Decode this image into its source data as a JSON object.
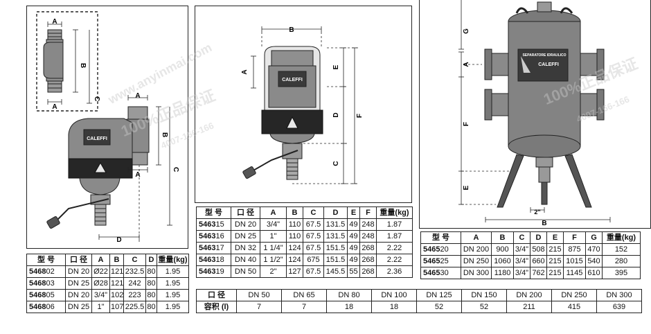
{
  "drawing1": {
    "labels": {
      "a": "A",
      "b": "B",
      "c": "C",
      "d": "D",
      "brand": "CALEFFI"
    }
  },
  "drawing2": {
    "labels": {
      "a": "A",
      "b": "B",
      "c": "C",
      "d": "D",
      "e": "E",
      "f": "F",
      "brand": "CALEFFI"
    }
  },
  "drawing3": {
    "labels": {
      "a": "A",
      "b": "B",
      "e": "E",
      "f": "F",
      "g": "G",
      "two_inch": "2\"",
      "plate_title": "SEPARATORE IDRAULICO",
      "brand": "CALEFFI"
    }
  },
  "table1": {
    "headers": [
      "型 号",
      "口 径",
      "A",
      "B",
      "C",
      "D",
      "重量(kg)"
    ],
    "rows": [
      {
        "prefix": "5468",
        "suffix": "02",
        "cells": [
          "DN 20",
          "Ø22",
          "121",
          "232.5",
          "80",
          "1.95"
        ]
      },
      {
        "prefix": "5468",
        "suffix": "03",
        "cells": [
          "DN 25",
          "Ø28",
          "121",
          "242",
          "80",
          "1.95"
        ]
      },
      {
        "prefix": "5468",
        "suffix": "05",
        "cells": [
          "DN 20",
          "3/4\"",
          "102",
          "223",
          "80",
          "1.95"
        ]
      },
      {
        "prefix": "5468",
        "suffix": "06",
        "cells": [
          "DN 25",
          "1\"",
          "107",
          "225.5",
          "80",
          "1.95"
        ]
      }
    ]
  },
  "table2": {
    "headers": [
      "型 号",
      "口 径",
      "A",
      "B",
      "C",
      "D",
      "E",
      "F",
      "重量(kg)"
    ],
    "rows": [
      {
        "prefix": "5463",
        "suffix": "15",
        "cells": [
          "DN 20",
          "3/4\"",
          "110",
          "67.5",
          "131.5",
          "49",
          "248",
          "1.87"
        ]
      },
      {
        "prefix": "5463",
        "suffix": "16",
        "cells": [
          "DN 25",
          "1\"",
          "110",
          "67.5",
          "131.5",
          "49",
          "248",
          "1.87"
        ]
      },
      {
        "prefix": "5463",
        "suffix": "17",
        "cells": [
          "DN 32",
          "1 1/4\"",
          "124",
          "67.5",
          "151.5",
          "49",
          "268",
          "2.22"
        ]
      },
      {
        "prefix": "5463",
        "suffix": "18",
        "cells": [
          "DN 40",
          "1 1/2\"",
          "124",
          "675",
          "151.5",
          "49",
          "268",
          "2.22"
        ]
      },
      {
        "prefix": "5463",
        "suffix": "19",
        "cells": [
          "DN 50",
          "2\"",
          "127",
          "67.5",
          "145.5",
          "55",
          "268",
          "2.36"
        ]
      }
    ]
  },
  "table3": {
    "headers": [
      "型 号",
      "A",
      "B",
      "C",
      "D",
      "E",
      "F",
      "G",
      "重量(kg)"
    ],
    "rows": [
      {
        "prefix": "5465",
        "suffix": "20",
        "cells": [
          "DN 200",
          "900",
          "3/4\"",
          "508",
          "215",
          "875",
          "470",
          "152"
        ]
      },
      {
        "prefix": "5465",
        "suffix": "25",
        "cells": [
          "DN 250",
          "1060",
          "3/4\"",
          "660",
          "215",
          "1015",
          "540",
          "280"
        ]
      },
      {
        "prefix": "5465",
        "suffix": "30",
        "cells": [
          "DN 300",
          "1180",
          "3/4\"",
          "762",
          "215",
          "1145",
          "610",
          "395"
        ]
      }
    ]
  },
  "table4": {
    "row1_label": "口 径",
    "row2_label": "容积 (l)",
    "sizes": [
      "DN 50",
      "DN 65",
      "DN 80",
      "DN 100",
      "DN 125",
      "DN 150",
      "DN 200",
      "DN 250",
      "DN 300"
    ],
    "volumes": [
      "7",
      "7",
      "18",
      "18",
      "52",
      "52",
      "211",
      "415",
      "639"
    ]
  },
  "watermark": {
    "url": "www.anyinmai.com",
    "text": "100%正品保证",
    "phone": "4007-166-166"
  },
  "colors": {
    "body_gray": "#8a8a8a",
    "dark": "#2a2a2a",
    "outline": "#222222"
  }
}
